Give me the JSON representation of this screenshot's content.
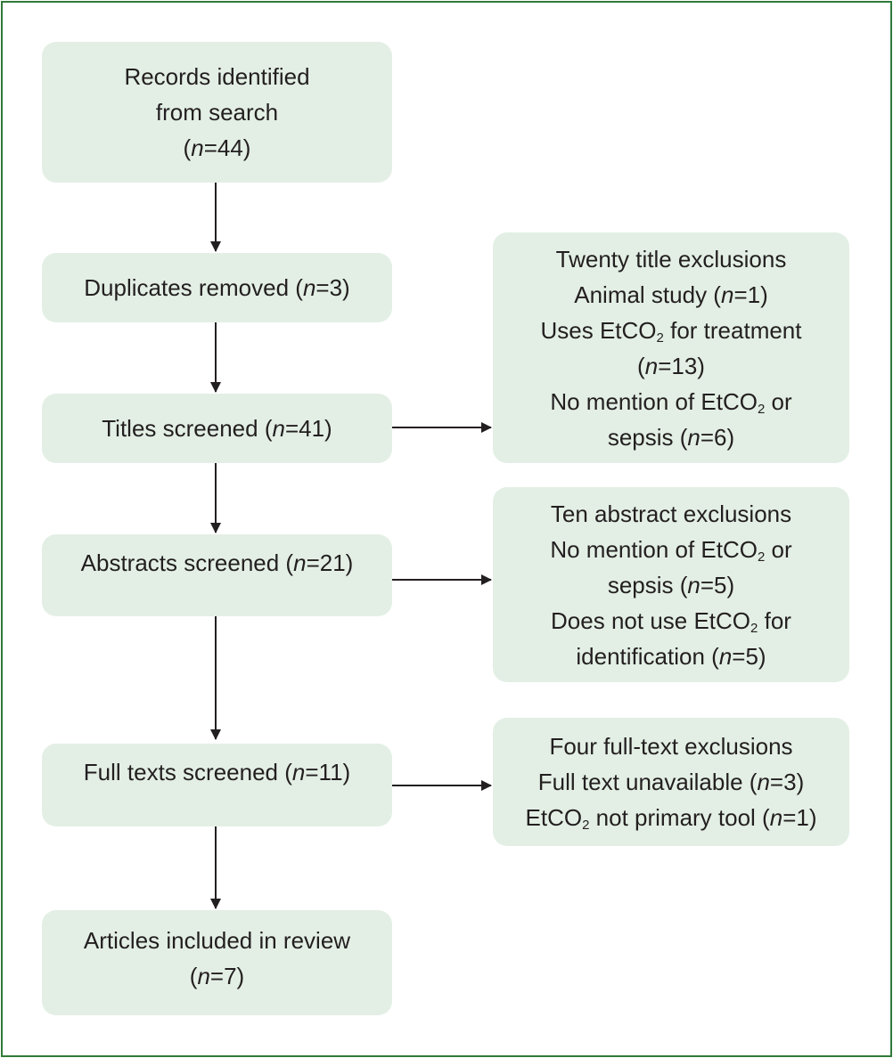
{
  "flow": {
    "records": {
      "line1": "Records identified",
      "line2": "from search",
      "n_pre": "(",
      "n_label": "n",
      "n_post": "=44)"
    },
    "duplicates": {
      "pre": "Duplicates removed (",
      "n_label": "n",
      "post": "=3)"
    },
    "titles": {
      "pre": "Titles screened (",
      "n_label": "n",
      "post": "=41)"
    },
    "abstracts": {
      "pre": "Abstracts screened (",
      "n_label": "n",
      "post": "=21)"
    },
    "fulltexts": {
      "pre": "Full texts screened (",
      "n_label": "n",
      "post": "=11)"
    },
    "included": {
      "line1": "Articles included in review",
      "n_pre": "(",
      "n_label": "n",
      "n_post": "=7)"
    }
  },
  "exclusions": {
    "title": {
      "heading": "Twenty title exclusions",
      "animal_pre": "Animal study (",
      "animal_n": "n",
      "animal_post": "=1)",
      "treatment_pre": "Uses EtCO",
      "treatment_sub": "2",
      "treatment_post": " for treatment",
      "treatment_n_pre": "(",
      "treatment_n": "n",
      "treatment_n_post": "=13)",
      "nomention_pre": "No mention of EtCO",
      "nomention_sub": "2",
      "nomention_post": " or",
      "sepsis_pre": "sepsis (",
      "sepsis_n": "n",
      "sepsis_post": "=6)"
    },
    "abstract": {
      "heading": "Ten abstract exclusions",
      "nomention_pre": "No mention of EtCO",
      "nomention_sub": "2",
      "nomention_post": " or",
      "sepsis_pre": "sepsis (",
      "sepsis_n": "n",
      "sepsis_post": "=5)",
      "notuse_pre": "Does not use EtCO",
      "notuse_sub": "2",
      "notuse_post": " for",
      "ident_pre": "identification (",
      "ident_n": "n",
      "ident_post": "=5)"
    },
    "fulltext": {
      "heading": "Four full-text exclusions",
      "unavail_pre": "Full text unavailable (",
      "unavail_n": "n",
      "unavail_post": "=3)",
      "primary_pre": "EtCO",
      "primary_sub": "2",
      "primary_post": " not primary tool (",
      "primary_n": "n",
      "primary_n_post": "=1)"
    }
  },
  "colors": {
    "box_fill": "#e3efe5",
    "border": "#2f7a3a",
    "arrow": "#231f20"
  }
}
